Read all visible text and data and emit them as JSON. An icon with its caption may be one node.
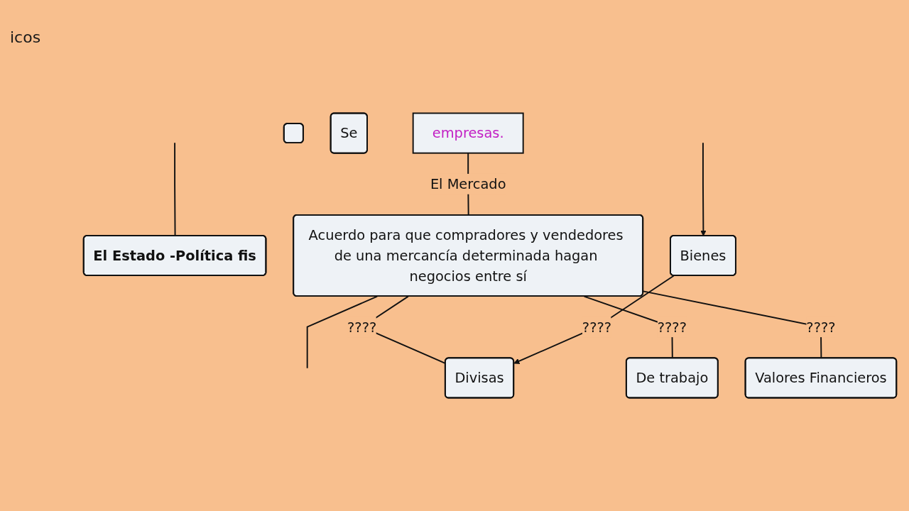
{
  "diagram": {
    "nodes": [
      {
        "text": [
          "empresas."
        ]
      },
      {
        "text": [
          "El Estado -Política fis"
        ]
      },
      {
        "text": [
          "Acuerdo para que compradores y vendedores de una mercancía determinada hagan negocios entre sí"
        ]
      },
      {
        "text": [
          "Divisas"
        ]
      },
      {
        "text": [
          "De trabajo"
        ]
      },
      {
        "text": [
          "Valores Financieros"
        ]
      },
      {
        "text": [],
        "shape": "box"
      },
      {
        "text": [
          "Bienes"
        ]
      },
      {
        "text": [
          "Se"
        ]
      }
    ],
    "edges": [
      {
        "from": 0,
        "to": 2,
        "label": "El Mercado",
        "arrow": "none"
      },
      {
        "from": null,
        "to": 1,
        "arrow": "none"
      },
      {
        "from": 2,
        "to": null,
        "arrow": "none"
      },
      {
        "from": 2,
        "to": 3,
        "label": "????",
        "arrow": "none"
      },
      {
        "from": 2,
        "to": 4,
        "label": "????",
        "arrow": "none"
      },
      {
        "from": 2,
        "to": 5,
        "label": "????",
        "arrow": "none"
      },
      {
        "from": 7,
        "to": 3,
        "label": "????",
        "arrow": "to"
      },
      {
        "from": null,
        "to": 7,
        "arrow": "to"
      }
    ],
    "labels": [
      "icos"
    ]
  }
}
